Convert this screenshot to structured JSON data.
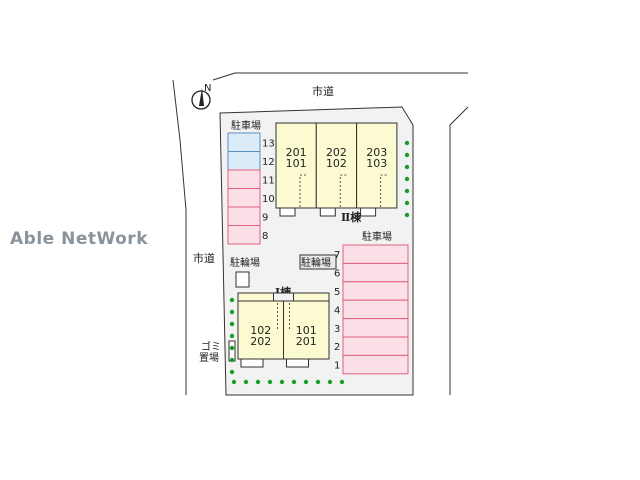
{
  "watermark": "Able NetWork",
  "compass_label": "N",
  "road_top": "市道",
  "road_left": "市道",
  "parking_left": {
    "label": "駐車場",
    "spaces": [
      {
        "no": "13",
        "color": "#dcecf7"
      },
      {
        "no": "12",
        "color": "#dcecf7"
      },
      {
        "no": "11",
        "color": "#fbe1e7"
      },
      {
        "no": "10",
        "color": "#fbe1e7"
      },
      {
        "no": "9",
        "color": "#fbe1e7"
      },
      {
        "no": "8",
        "color": "#fbe1e7"
      }
    ]
  },
  "parking_right": {
    "label": "駐車場",
    "spaces": [
      {
        "no": "7"
      },
      {
        "no": "6"
      },
      {
        "no": "5"
      },
      {
        "no": "4"
      },
      {
        "no": "3"
      },
      {
        "no": "2"
      },
      {
        "no": "1"
      }
    ],
    "color": "#fbe1e7"
  },
  "building2": {
    "label": "Ⅱ棟",
    "units": [
      {
        "upper": "201",
        "lower": "101"
      },
      {
        "upper": "202",
        "lower": "102"
      },
      {
        "upper": "203",
        "lower": "103"
      }
    ]
  },
  "building1": {
    "label": "Ⅰ棟",
    "units": [
      {
        "upper": "102",
        "lower": "202"
      },
      {
        "upper": "101",
        "lower": "201"
      }
    ]
  },
  "bike_left": "駐輪場",
  "bike_right": "駐輪場",
  "garbage": [
    "ゴミ",
    "置場"
  ],
  "colors": {
    "building": "#fbfad0",
    "lot": "#f2f2f2",
    "tree": "#1a9c2a",
    "pink_border": "#e0607e",
    "blue_border": "#5a8fc0"
  }
}
